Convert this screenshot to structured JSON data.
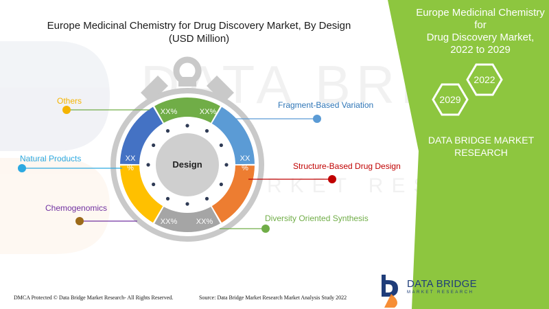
{
  "title_line1": "Europe Medicinal Chemistry for Drug Discovery Market, By Design",
  "title_line2": "(USD Million)",
  "side_panel": {
    "title_line1": "Europe Medicinal Chemistry for",
    "title_line2": "Drug Discovery Market,",
    "title_line3": "2022 to 2029",
    "year_a": "2022",
    "year_b": "2029",
    "brand_line1": "DATA BRIDGE MARKET",
    "brand_line2": "RESEARCH"
  },
  "center_label": "Design",
  "chart_data": {
    "type": "pie",
    "donut": true,
    "segments": [
      {
        "name": "Fragment-Based Variation",
        "label": "XX%",
        "color": "#5b9bd5"
      },
      {
        "name": "Structure-Based Drug Design",
        "label": "XX %",
        "color": "#ed7d31"
      },
      {
        "name": "Diversity Oriented Synthesis",
        "label": "XX%",
        "color": "#a5a5a5"
      },
      {
        "name": "Chemogenomics",
        "label": "XX%",
        "color": "#ffc000"
      },
      {
        "name": "Natural Products",
        "label": "XX %",
        "color": "#4472c4"
      },
      {
        "name": "Others",
        "label": "XX%",
        "color": "#70ad47"
      }
    ],
    "callout_dot_colors": [
      "#5b9bd5",
      "#c00000",
      "#70ad47",
      "#9c6a19",
      "#2ca9e1",
      "#f4b400"
    ]
  },
  "colors": {
    "panel_green": "#8dc63f",
    "dial_gray": "#c9c9c9",
    "logo_orange": "#f58220",
    "logo_blue": "#1f3d7a"
  },
  "footer": {
    "left": "DMCA Protected © Data Bridge Market Research- All Rights Reserved.",
    "right": "Source: Data Bridge Market Research Market Analysis Study 2022"
  },
  "logo": {
    "main": "DATA BRIDGE",
    "sub": "MARKET RESEARCH"
  }
}
